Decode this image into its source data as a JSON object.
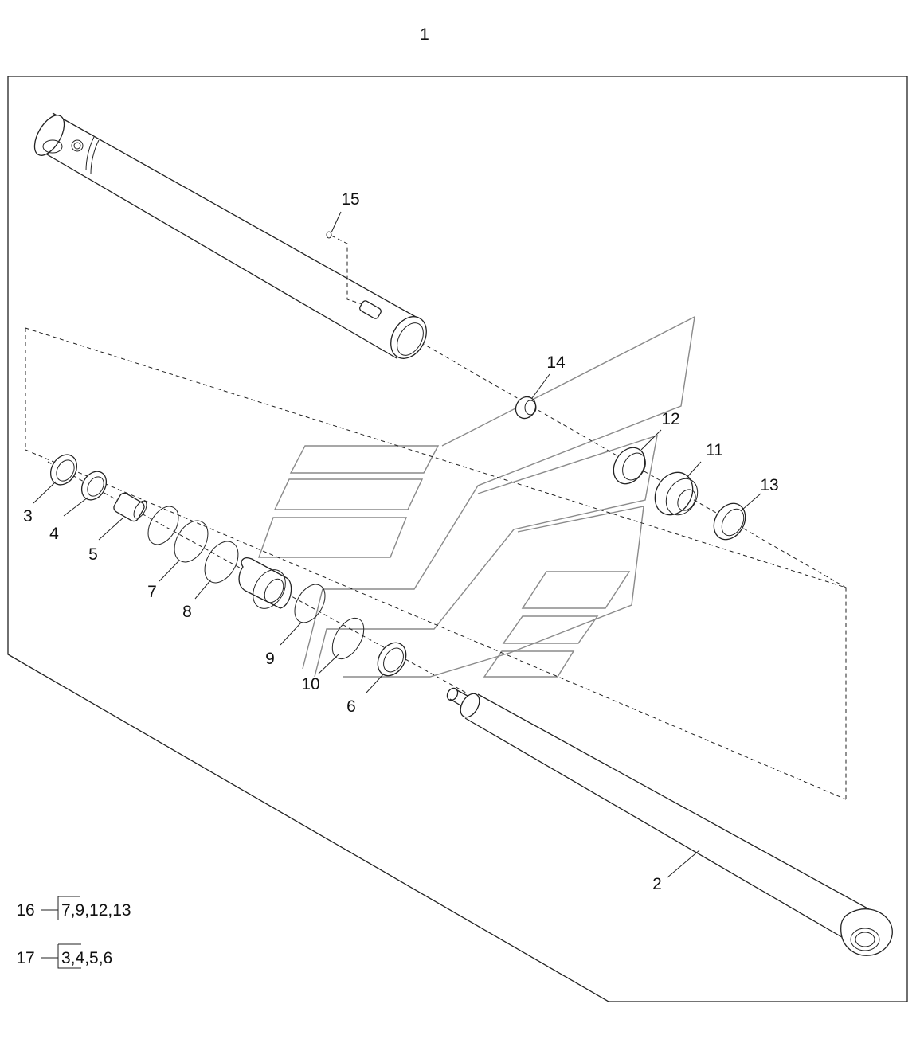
{
  "diagram": {
    "assembly_number": "1",
    "callouts": [
      "2",
      "3",
      "4",
      "5",
      "6",
      "7",
      "8",
      "9",
      "10",
      "11",
      "12",
      "13",
      "14",
      "15"
    ],
    "kits": [
      {
        "number": "16",
        "contents": "7,9,12,13"
      },
      {
        "number": "17",
        "contents": "3,4,5,6"
      }
    ]
  }
}
